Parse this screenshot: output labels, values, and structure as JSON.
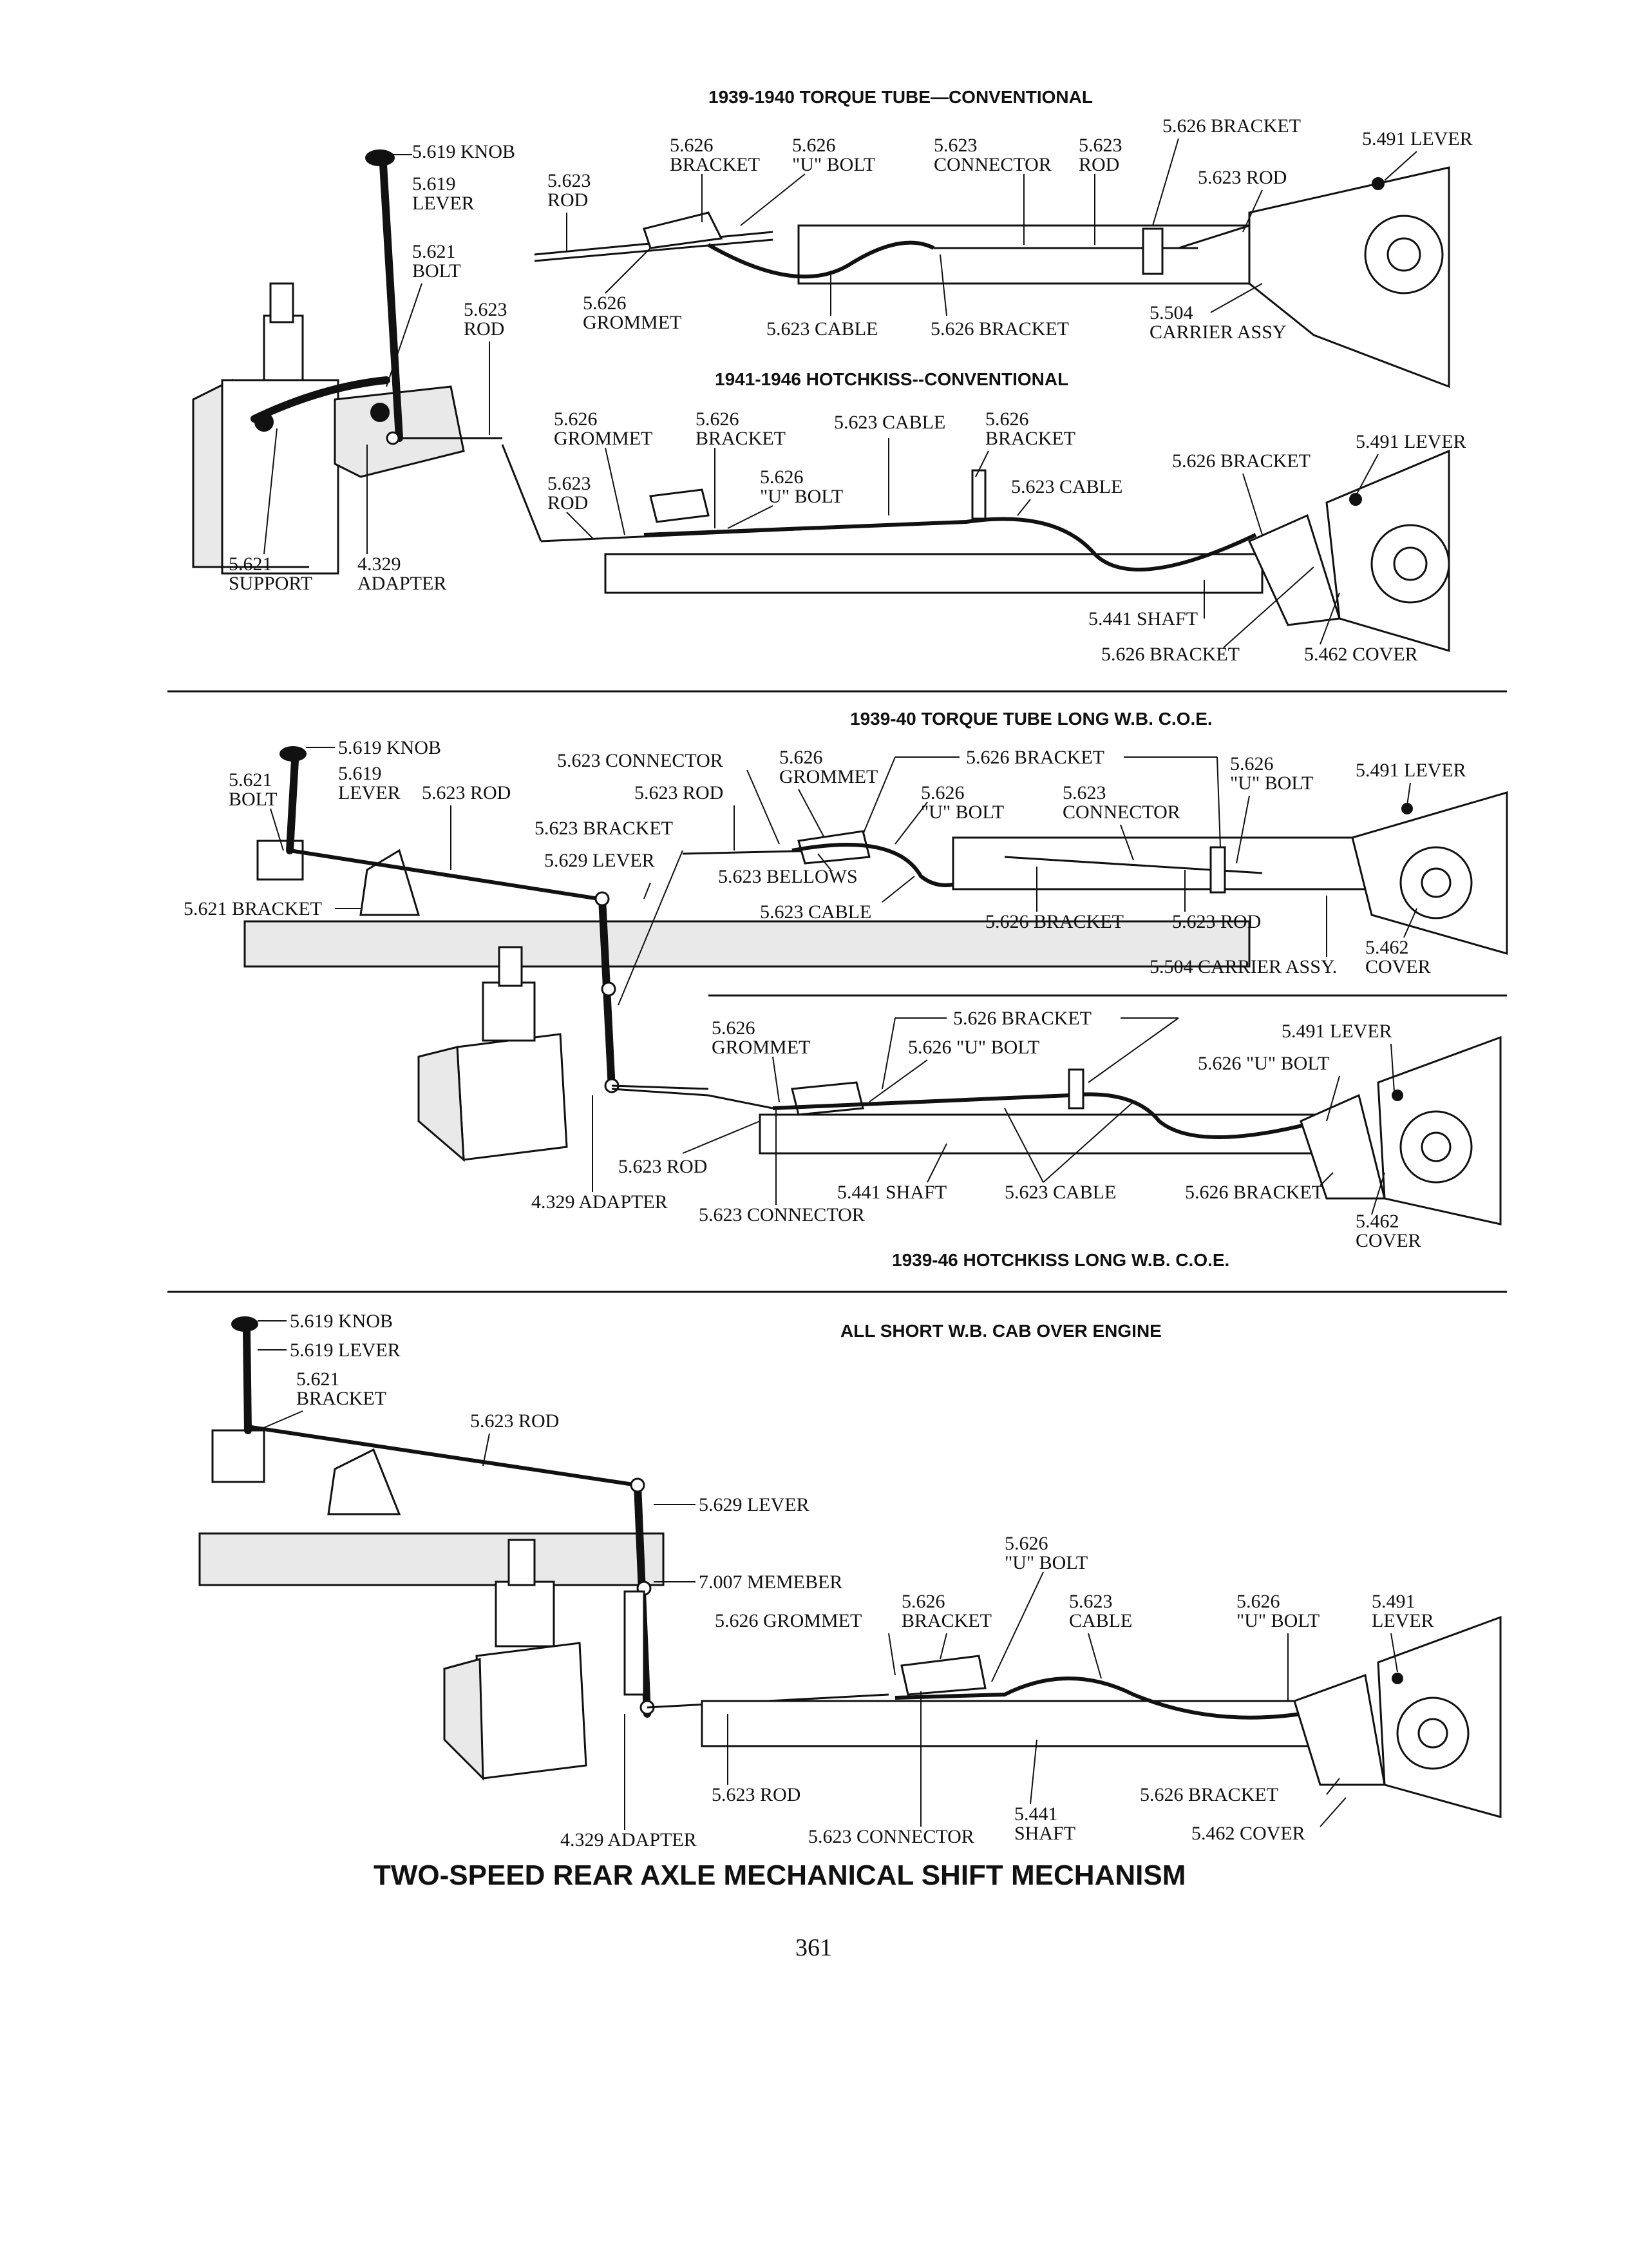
{
  "diagram": {
    "title": "TWO-SPEED REAR AXLE MECHANICAL SHIFT MECHANISM",
    "page_number": "361",
    "sections": [
      {
        "id": "s1a",
        "heading": "1939-1940 TORQUE TUBE—CONVENTIONAL",
        "labels": [
          "5.619 KNOB",
          "5.619",
          "LEVER",
          "5.621",
          "BOLT",
          "5.623",
          "ROD",
          "5.621",
          "SUPPORT",
          "4.329",
          "ADAPTER",
          "5.623",
          "ROD",
          "5.626",
          "BRACKET",
          "5.626",
          "\"U\" BOLT",
          "5.623",
          "CONNECTOR",
          "5.623",
          "ROD",
          "5.626 BRACKET",
          "5.491 LEVER",
          "5.623 ROD",
          "5.626",
          "GROMMET",
          "5.623 CABLE",
          "5.626 BRACKET",
          "5.504",
          "CARRIER ASSY"
        ]
      },
      {
        "id": "s1b",
        "heading": "1941-1946 HOTCHKISS--CONVENTIONAL",
        "labels": [
          "5.626",
          "GROMMET",
          "5.626",
          "BRACKET",
          "5.623 CABLE",
          "5.626",
          "BRACKET",
          "5.623",
          "ROD",
          "5.626",
          "\"U\" BOLT",
          "5.623 CABLE",
          "5.626 BRACKET",
          "5.491 LEVER",
          "5.441 SHAFT",
          "5.626 BRACKET",
          "5.462 COVER"
        ]
      },
      {
        "id": "s2a",
        "heading": "1939-40 TORQUE TUBE LONG W.B. C.O.E.",
        "labels": [
          "5.619 KNOB",
          "5.621",
          "BOLT",
          "5.619",
          "LEVER",
          "5.623 ROD",
          "5.621 BRACKET",
          "5.623 CONNECTOR",
          "5.623 ROD",
          "5.623 BRACKET",
          "5.629 LEVER",
          "5.626",
          "GROMMET",
          "5.626 BRACKET",
          "5.626",
          "\"U\" BOLT",
          "5.623",
          "CONNECTOR",
          "5.626",
          "\"U\" BOLT",
          "5.491 LEVER",
          "5.623 BELLOWS",
          "5.623 CABLE",
          "5.626 BRACKET",
          "5.623 ROD",
          "5.462",
          "5.504 CARRIER ASSY.",
          "COVER"
        ]
      },
      {
        "id": "s2b",
        "heading": "1939-46 HOTCHKISS LONG W.B. C.O.E.",
        "labels": [
          "5.626",
          "GROMMET",
          "5.626 BRACKET",
          "5.626 \"U\" BOLT",
          "5.491 LEVER",
          "5.626 \"U\" BOLT",
          "5.623 ROD",
          "4.329 ADAPTER",
          "5.623 CONNECTOR",
          "5.441 SHAFT",
          "5.623 CABLE",
          "5.626 BRACKET",
          "5.462",
          "COVER"
        ]
      },
      {
        "id": "s3",
        "heading": "ALL SHORT W.B. CAB OVER ENGINE",
        "labels": [
          "5.619 KNOB",
          "5.619 LEVER",
          "5.621",
          "BRACKET",
          "5.623 ROD",
          "5.629 LEVER",
          "7.007 MEMEBER",
          "5.626",
          "\"U\" BOLT",
          "5.626 GROMMET",
          "5.626",
          "BRACKET",
          "5.623",
          "CABLE",
          "5.626",
          "\"U\" BOLT",
          "5.491",
          "LEVER",
          "5.623 ROD",
          "4.329 ADAPTER",
          "5.623 CONNECTOR",
          "5.441",
          "SHAFT",
          "5.626 BRACKET",
          "5.462 COVER"
        ]
      }
    ]
  }
}
